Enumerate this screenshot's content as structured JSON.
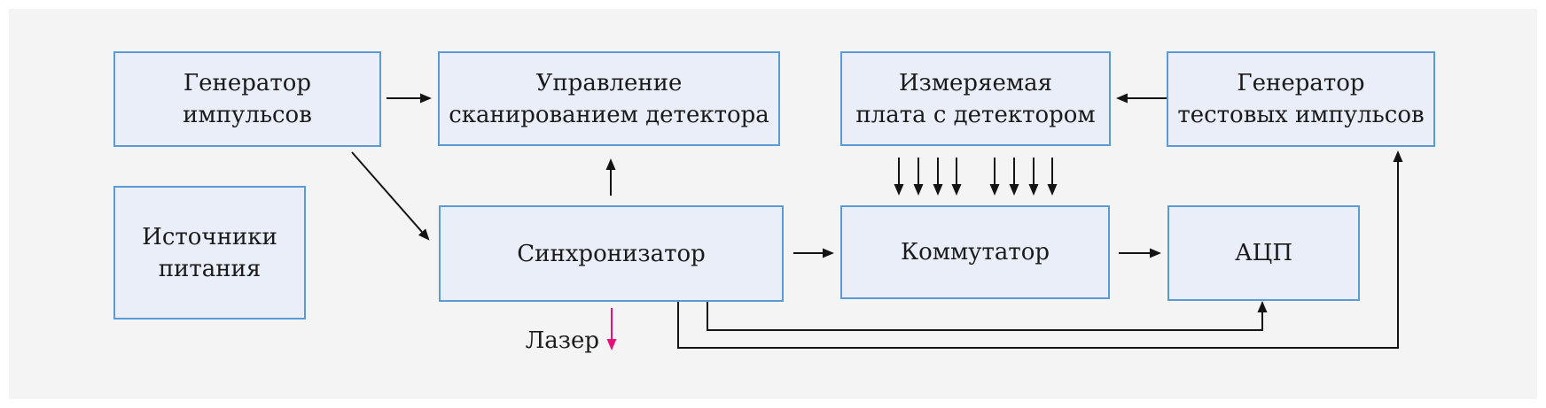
{
  "diagram": {
    "title": "",
    "language": "ru",
    "colors": {
      "frame": "#ffffff",
      "canvas_background": "#f4f4f5",
      "box_fill": "#e9eef8",
      "box_border": "#5b9bd5",
      "arrow": "#141414",
      "laser_arrow": "#e8117c",
      "text": "#1b1b1b"
    }
  },
  "nodes": {
    "pulse_generator": {
      "label": "Генератор\nимпульсов"
    },
    "scan_control": {
      "label": "Управление\nсканированием детектора"
    },
    "measured_board": {
      "label": "Измеряемая\nплата с детектором"
    },
    "test_pulse_generator": {
      "label": "Генератор\nтестовых импульсов"
    },
    "power_supplies": {
      "label": "Источники\nпитания"
    },
    "synchronizer": {
      "label": "Синхронизатор"
    },
    "commutator": {
      "label": "Коммутатор"
    },
    "adc": {
      "label": "АЦП"
    }
  },
  "laser": {
    "label": "Лазер"
  },
  "edges": [
    {
      "from": "pulse_generator",
      "to": "scan_control",
      "style": "straight"
    },
    {
      "from": "pulse_generator",
      "to": "synchronizer",
      "style": "diagonal"
    },
    {
      "from": "synchronizer",
      "to": "scan_control",
      "style": "straight-up"
    },
    {
      "from": "test_pulse_generator",
      "to": "measured_board",
      "style": "straight"
    },
    {
      "from": "measured_board",
      "to": "commutator",
      "style": "parallel-bus",
      "arrow_count": 8,
      "groups": 2
    },
    {
      "from": "synchronizer",
      "to": "commutator",
      "style": "straight"
    },
    {
      "from": "commutator",
      "to": "adc",
      "style": "straight"
    },
    {
      "from": "synchronizer",
      "to": "adc",
      "style": "routed-below"
    },
    {
      "from": "synchronizer",
      "to": "test_pulse_generator",
      "style": "routed-below"
    },
    {
      "from": "synchronizer",
      "to": "laser",
      "style": "straight-down",
      "color": "#e8117c"
    }
  ]
}
